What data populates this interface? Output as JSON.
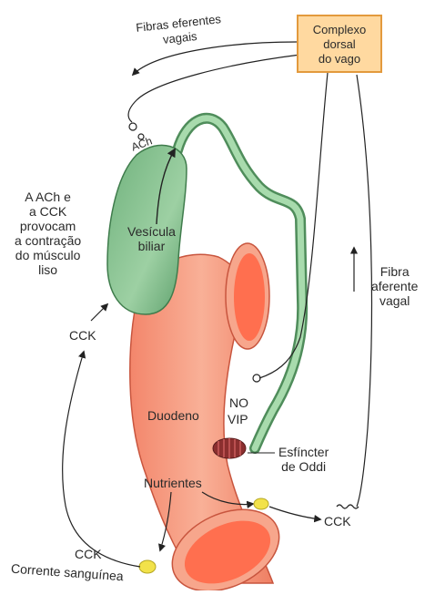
{
  "box": {
    "label": "Complexo\ndorsal\ndo vago",
    "fill": "#ffd9a0",
    "border": "#e39a3d"
  },
  "labels": {
    "efferent_fibers": "Fibras eferentes\nvagais",
    "ach": "ACh",
    "ach_cck_note": "A ACh e\na CCK\nprovocam\na contração\ndo músculo\nliso",
    "gallbladder": "Vesícula\nbiliar",
    "afferent_fiber": "Fibra\naferente\nvagal",
    "cck_left": "CCK",
    "duodenum": "Duodeno",
    "no": "NO",
    "vip": "VIP",
    "sphincter": "Esfíncter\nde Oddi",
    "nutrients": "Nutrientes",
    "cck_right": "CCK",
    "cck_bottom": "CCK",
    "bloodstream": "Corrente sanguínea"
  },
  "colors": {
    "gallbladder": "#7fbf8a",
    "duct": "#9fd3a4",
    "duodenum": "#f5967a",
    "lumen": "#ff7a5a",
    "sphincter": "#8b2f2f",
    "nerve": "#333333",
    "receptor": "#f2e24a"
  }
}
